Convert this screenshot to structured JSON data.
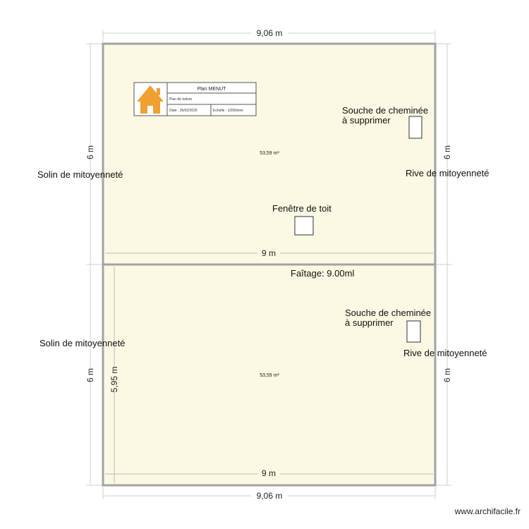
{
  "dimensions": {
    "top_width": "9,06 m",
    "bottom_width": "9,06 m",
    "left_top_height": "6 m",
    "right_top_height": "6 m",
    "left_bottom_height": "6 m",
    "right_bottom_height": "6 m",
    "top_inner_width": "9 m",
    "bottom_inner_width": "9 m",
    "bottom_inner_height": "5,95 m"
  },
  "rooms": {
    "top_area": "53,59 m²",
    "bottom_area": "53,59 m²"
  },
  "labels": {
    "solin_top": "Solin de mitoyenneté",
    "solin_bottom": "Solin de mitoyenneté",
    "rive_top": "Rive de mitoyenneté",
    "rive_bottom": "Rive de mitoyenneté",
    "chimney_top_line1": "Souche de cheminée",
    "chimney_top_line2": "à supprimer",
    "chimney_bottom_line1": "Souche de cheminée",
    "chimney_bottom_line2": "à supprimer",
    "skylight": "Fenêtre de toit",
    "ridge": "Faîtage: 9.00ml"
  },
  "title_block": {
    "title": "Plan MENUT",
    "subtitle": "Plan de toiture",
    "date": "Date : 26/02/2025",
    "scale": "Echelle : 1/200ème"
  },
  "watermark": "www.archifacile.fr",
  "colors": {
    "room_fill": "#fbf8e3",
    "wall": "#a3a3a3",
    "logo": "#f0a030"
  }
}
